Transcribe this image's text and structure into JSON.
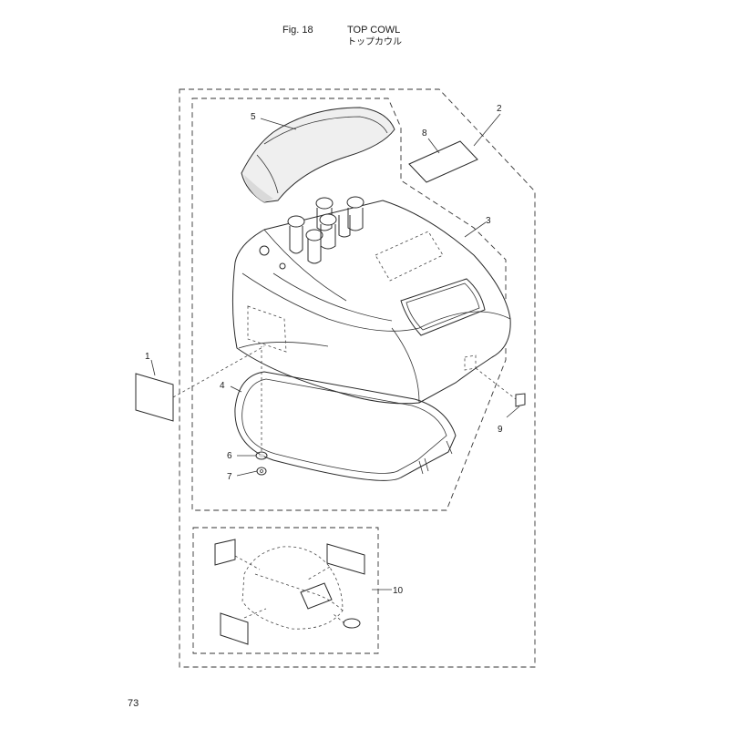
{
  "header": {
    "fig_number": "Fig. 18",
    "title_en": "TOP COWL",
    "title_jp": "トップカウル"
  },
  "callouts": [
    "1",
    "2",
    "3",
    "4",
    "5",
    "6",
    "7",
    "8",
    "9",
    "10"
  ],
  "page_number": "73"
}
